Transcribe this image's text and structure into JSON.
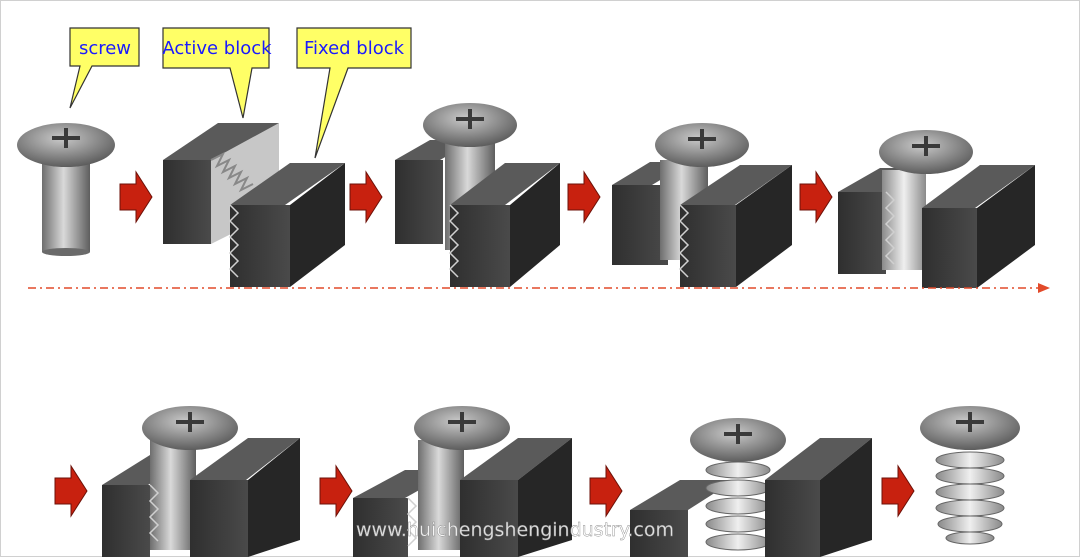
{
  "callouts": {
    "screw": "screw",
    "active_block": "Active block",
    "fixed_block": "Fixed block"
  },
  "watermark": "www.huichengshengindustry.com",
  "colors": {
    "callout_fill": "#ffff66",
    "callout_text": "#1a1aff",
    "arrow": "#c8210f",
    "block_front": "#3c3c3c",
    "block_top": "#5a5a5a",
    "block_side": "#262626",
    "thread": "#bdbdbd",
    "dashed_line": "#e24a2a"
  },
  "icons": [
    "screw-icon",
    "block-icon",
    "process-arrow-icon",
    "timeline-arrow-icon"
  ]
}
